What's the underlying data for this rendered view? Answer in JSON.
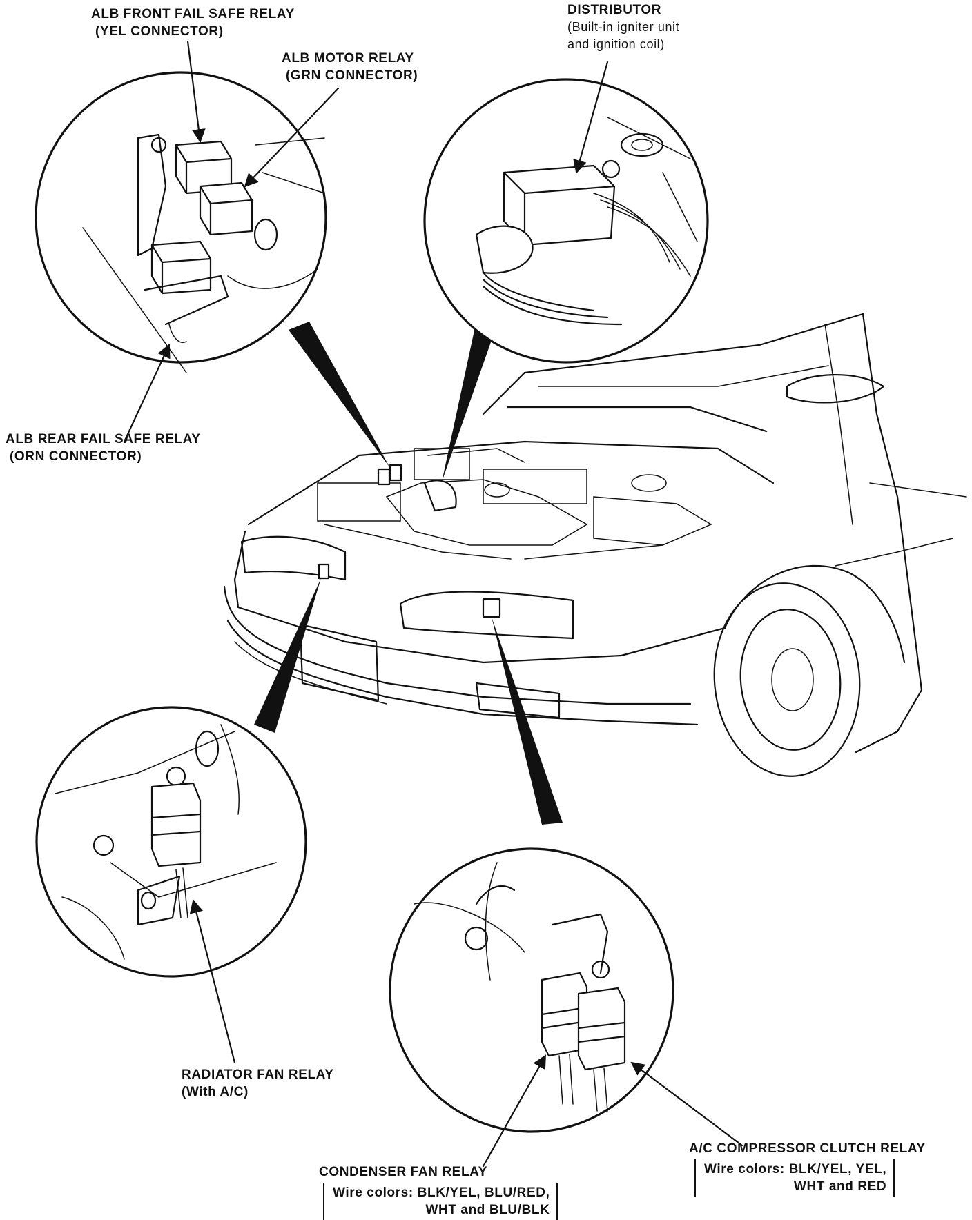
{
  "labels": {
    "alb_front": {
      "line1": "ALB FRONT FAIL SAFE RELAY",
      "line2": "(YEL CONNECTOR)"
    },
    "alb_motor": {
      "line1": "ALB MOTOR RELAY",
      "line2": "(GRN CONNECTOR)"
    },
    "distributor": {
      "line1": "DISTRIBUTOR",
      "line2": "(Built-in igniter unit",
      "line3": "and ignition coil)"
    },
    "alb_rear": {
      "line1": "ALB REAR FAIL SAFE RELAY",
      "line2": "(ORN CONNECTOR)"
    },
    "radiator_fan": {
      "line1": "RADIATOR FAN RELAY",
      "line2": "(With A/C)"
    },
    "condenser_fan": {
      "line1": "CONDENSER FAN RELAY",
      "line2": "Wire colors: BLK/YEL, BLU/RED,",
      "line3": "WHT and BLU/BLK"
    },
    "ac_clutch": {
      "line1": "A/C COMPRESSOR CLUTCH RELAY",
      "line2": "Wire colors: BLK/YEL, YEL,",
      "line3": "WHT and RED"
    }
  },
  "colors": {
    "ink": "#111111",
    "background": "#ffffff"
  }
}
